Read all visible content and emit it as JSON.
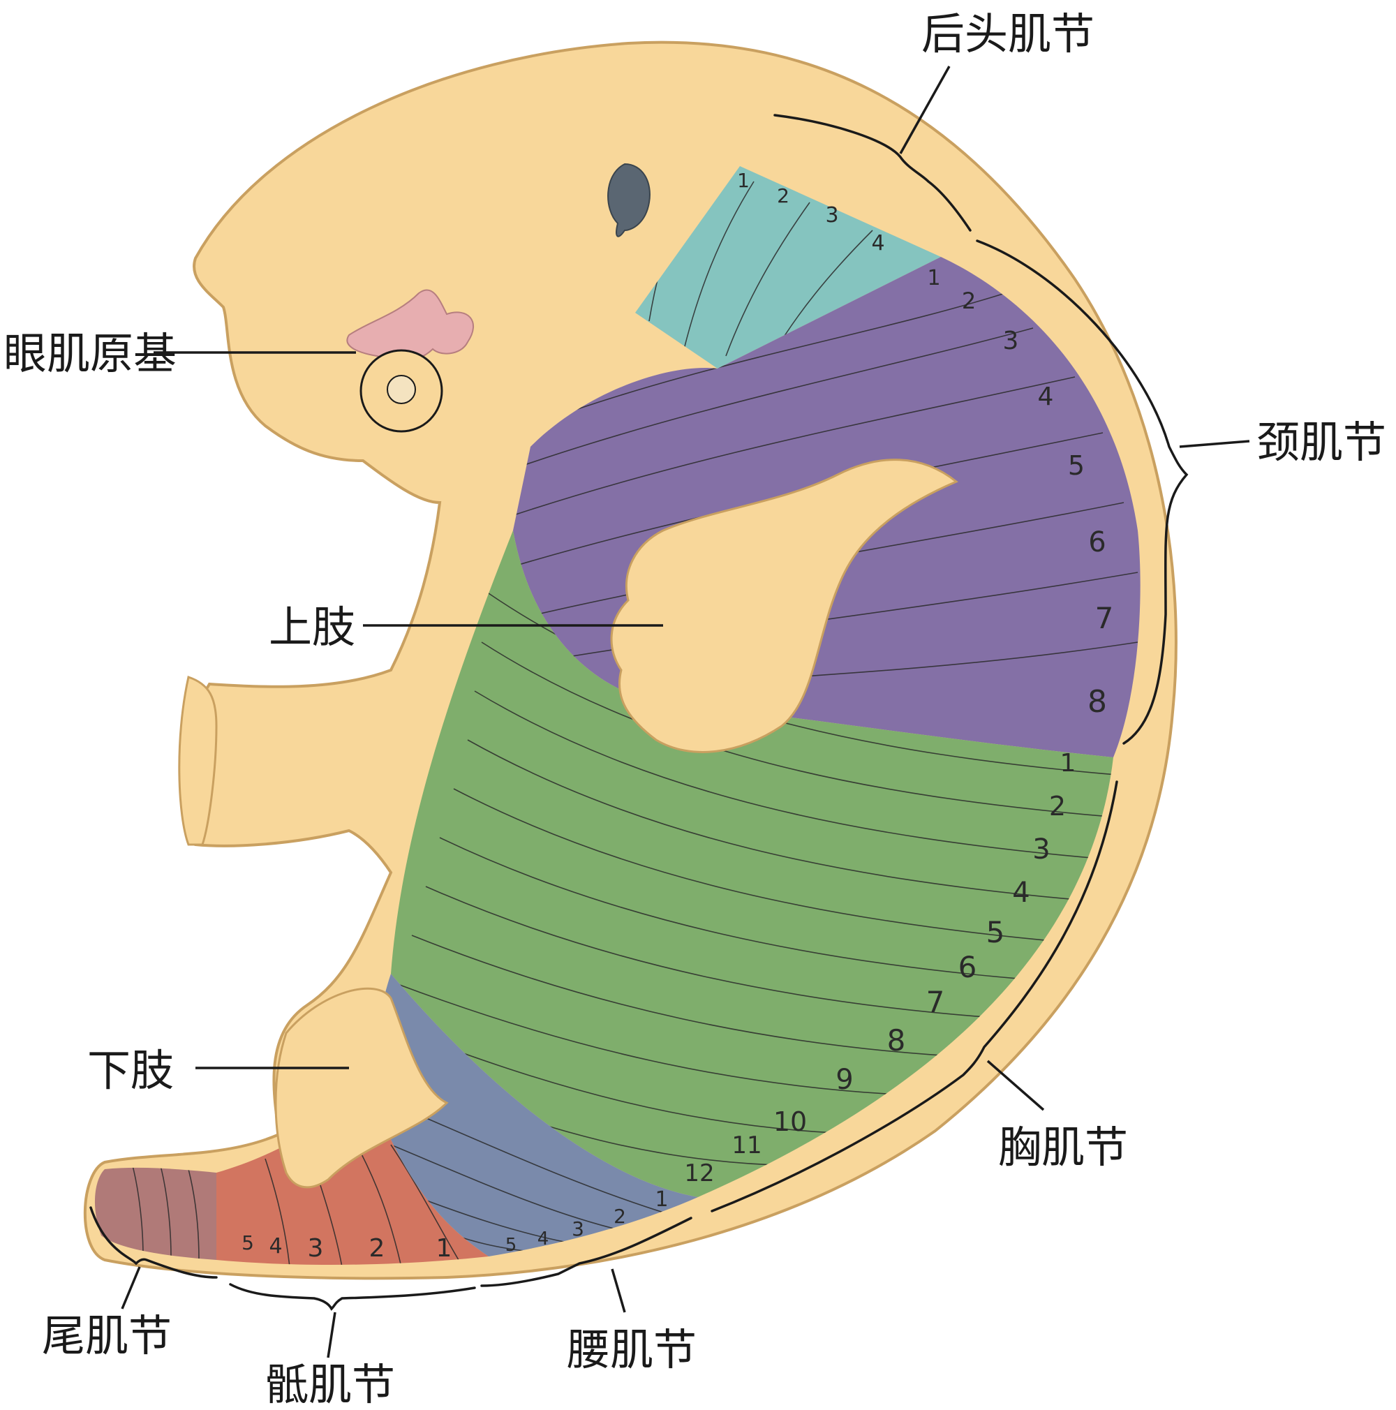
{
  "labels": {
    "occipital": "后头肌节",
    "eye": "眼肌原基",
    "cervical": "颈肌节",
    "upper_limb": "上肢",
    "lower_limb": "下肢",
    "thoracic": "胸肌节",
    "coccygeal": "尾肌节",
    "sacral": "骶肌节",
    "lumbar": "腰肌节"
  },
  "numbers": {
    "occipital": [
      "1",
      "2",
      "3",
      "4"
    ],
    "cervical": [
      "1",
      "2",
      "3",
      "4",
      "5",
      "6",
      "7",
      "8"
    ],
    "thoracic": [
      "1",
      "2",
      "3",
      "4",
      "5",
      "6",
      "7",
      "8",
      "9",
      "10",
      "11",
      "12"
    ],
    "lumbar": [
      "1",
      "2",
      "3",
      "4",
      "5"
    ],
    "sacral": [
      "1",
      "2",
      "3",
      "4",
      "5"
    ]
  },
  "colors": {
    "body": "#f8d79a",
    "body_outline": "#c9a060",
    "occipital": "#85c4bf",
    "cervical": "#8470a6",
    "thoracic": "#7fae6c",
    "lumbar": "#7a8aab",
    "sacral": "#d27560",
    "coccygeal": "#b07a78",
    "eye_muscle": "#e7aeb0"
  }
}
